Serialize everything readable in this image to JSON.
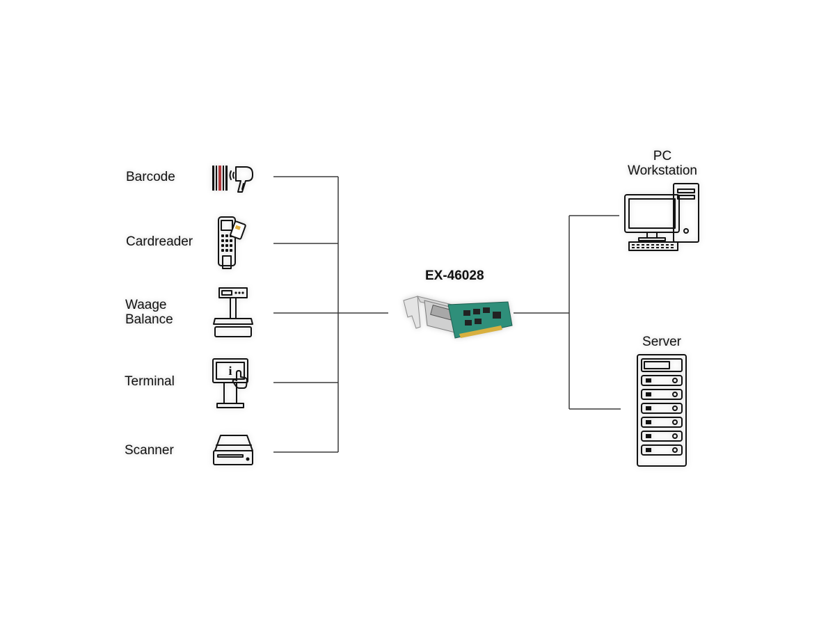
{
  "devices": [
    {
      "label_lines": [
        "Barcode"
      ],
      "icon": "barcode-scanner-icon"
    },
    {
      "label_lines": [
        "Cardreader"
      ],
      "icon": "card-reader-icon"
    },
    {
      "label_lines": [
        "Waage",
        "Balance"
      ],
      "icon": "scale-icon"
    },
    {
      "label_lines": [
        "Terminal"
      ],
      "icon": "info-terminal-icon"
    },
    {
      "label_lines": [
        "Scanner"
      ],
      "icon": "flatbed-scanner-icon"
    }
  ],
  "card": {
    "label": "EX-46028",
    "icon": "pcie-serial-card-icon",
    "pcb_color": "#2f8f7a"
  },
  "targets": [
    {
      "label_lines": [
        "PC",
        "Workstation"
      ],
      "icon": "pc-workstation-icon"
    },
    {
      "label_lines": [
        "Server"
      ],
      "icon": "server-rack-icon"
    }
  ]
}
